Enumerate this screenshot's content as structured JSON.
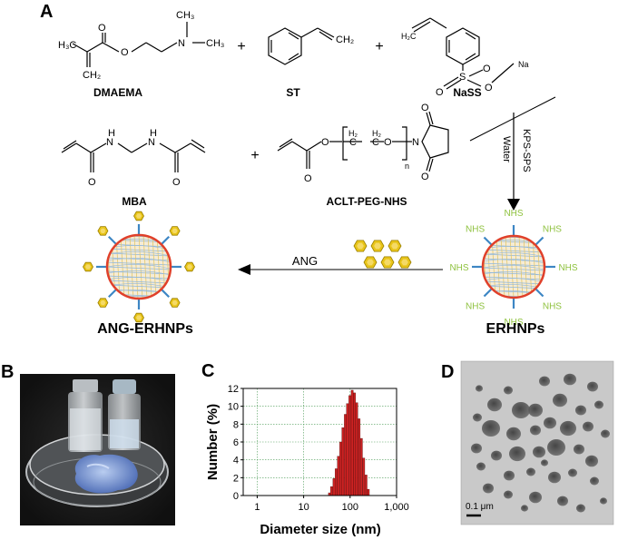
{
  "panels": {
    "a": "A",
    "b": "B",
    "c": "C",
    "d": "D"
  },
  "scheme": {
    "compounds": {
      "dmaema": "DMAEMA",
      "st": "ST",
      "nass": "NaSS",
      "mba": "MBA",
      "aclt": "ACLT-PEG-NHS",
      "erhnps": "ERHNPs",
      "ang_erhnps": "ANG-ERHNPs"
    },
    "plus": "+",
    "atoms": {
      "h3c": "H₃C",
      "ch3": "CH₃",
      "ch2": "CH₂",
      "h2c": "H₂C",
      "h2": "H₂",
      "o": "O",
      "n": "N",
      "s": "S",
      "na": "Na",
      "h": "H",
      "sub_n": "n"
    },
    "conditions": {
      "reagent": "KPS-SPS",
      "solvent": "Water"
    },
    "arrow_label": "ANG",
    "nhs_label": "NHS"
  },
  "chart_data": {
    "type": "bar",
    "title": "",
    "xlabel": "Diameter size (nm)",
    "ylabel": "Number (%)",
    "xscale": "log",
    "xlim": [
      0.5,
      1000
    ],
    "ylim": [
      0,
      12
    ],
    "xticks": [
      "1",
      "10",
      "100",
      "1,000"
    ],
    "yticks": [
      "0",
      "2",
      "4",
      "6",
      "8",
      "10",
      "12"
    ],
    "grid": true,
    "bar_color": "#cc2222",
    "x": [
      36,
      40,
      45,
      50,
      56,
      63,
      70,
      79,
      88,
      99,
      111,
      124,
      139,
      156,
      175,
      196,
      220,
      246
    ],
    "values": [
      0.3,
      1.0,
      1.9,
      3.0,
      4.4,
      6.0,
      7.6,
      9.1,
      10.3,
      11.2,
      11.8,
      11.5,
      10.4,
      8.6,
      6.4,
      4.2,
      2.3,
      0.7
    ]
  },
  "tem": {
    "scale_bar": "0.1 μm"
  },
  "colors": {
    "shell": "#e0402a",
    "core": "#f6ecd4",
    "network_blue": "#8fb7dd",
    "network_yellow": "#e4c86a",
    "spoke": "#3d86c4",
    "ang": "#e8c418",
    "nhs_text": "#8fc23f",
    "bars": "#cc2222"
  }
}
